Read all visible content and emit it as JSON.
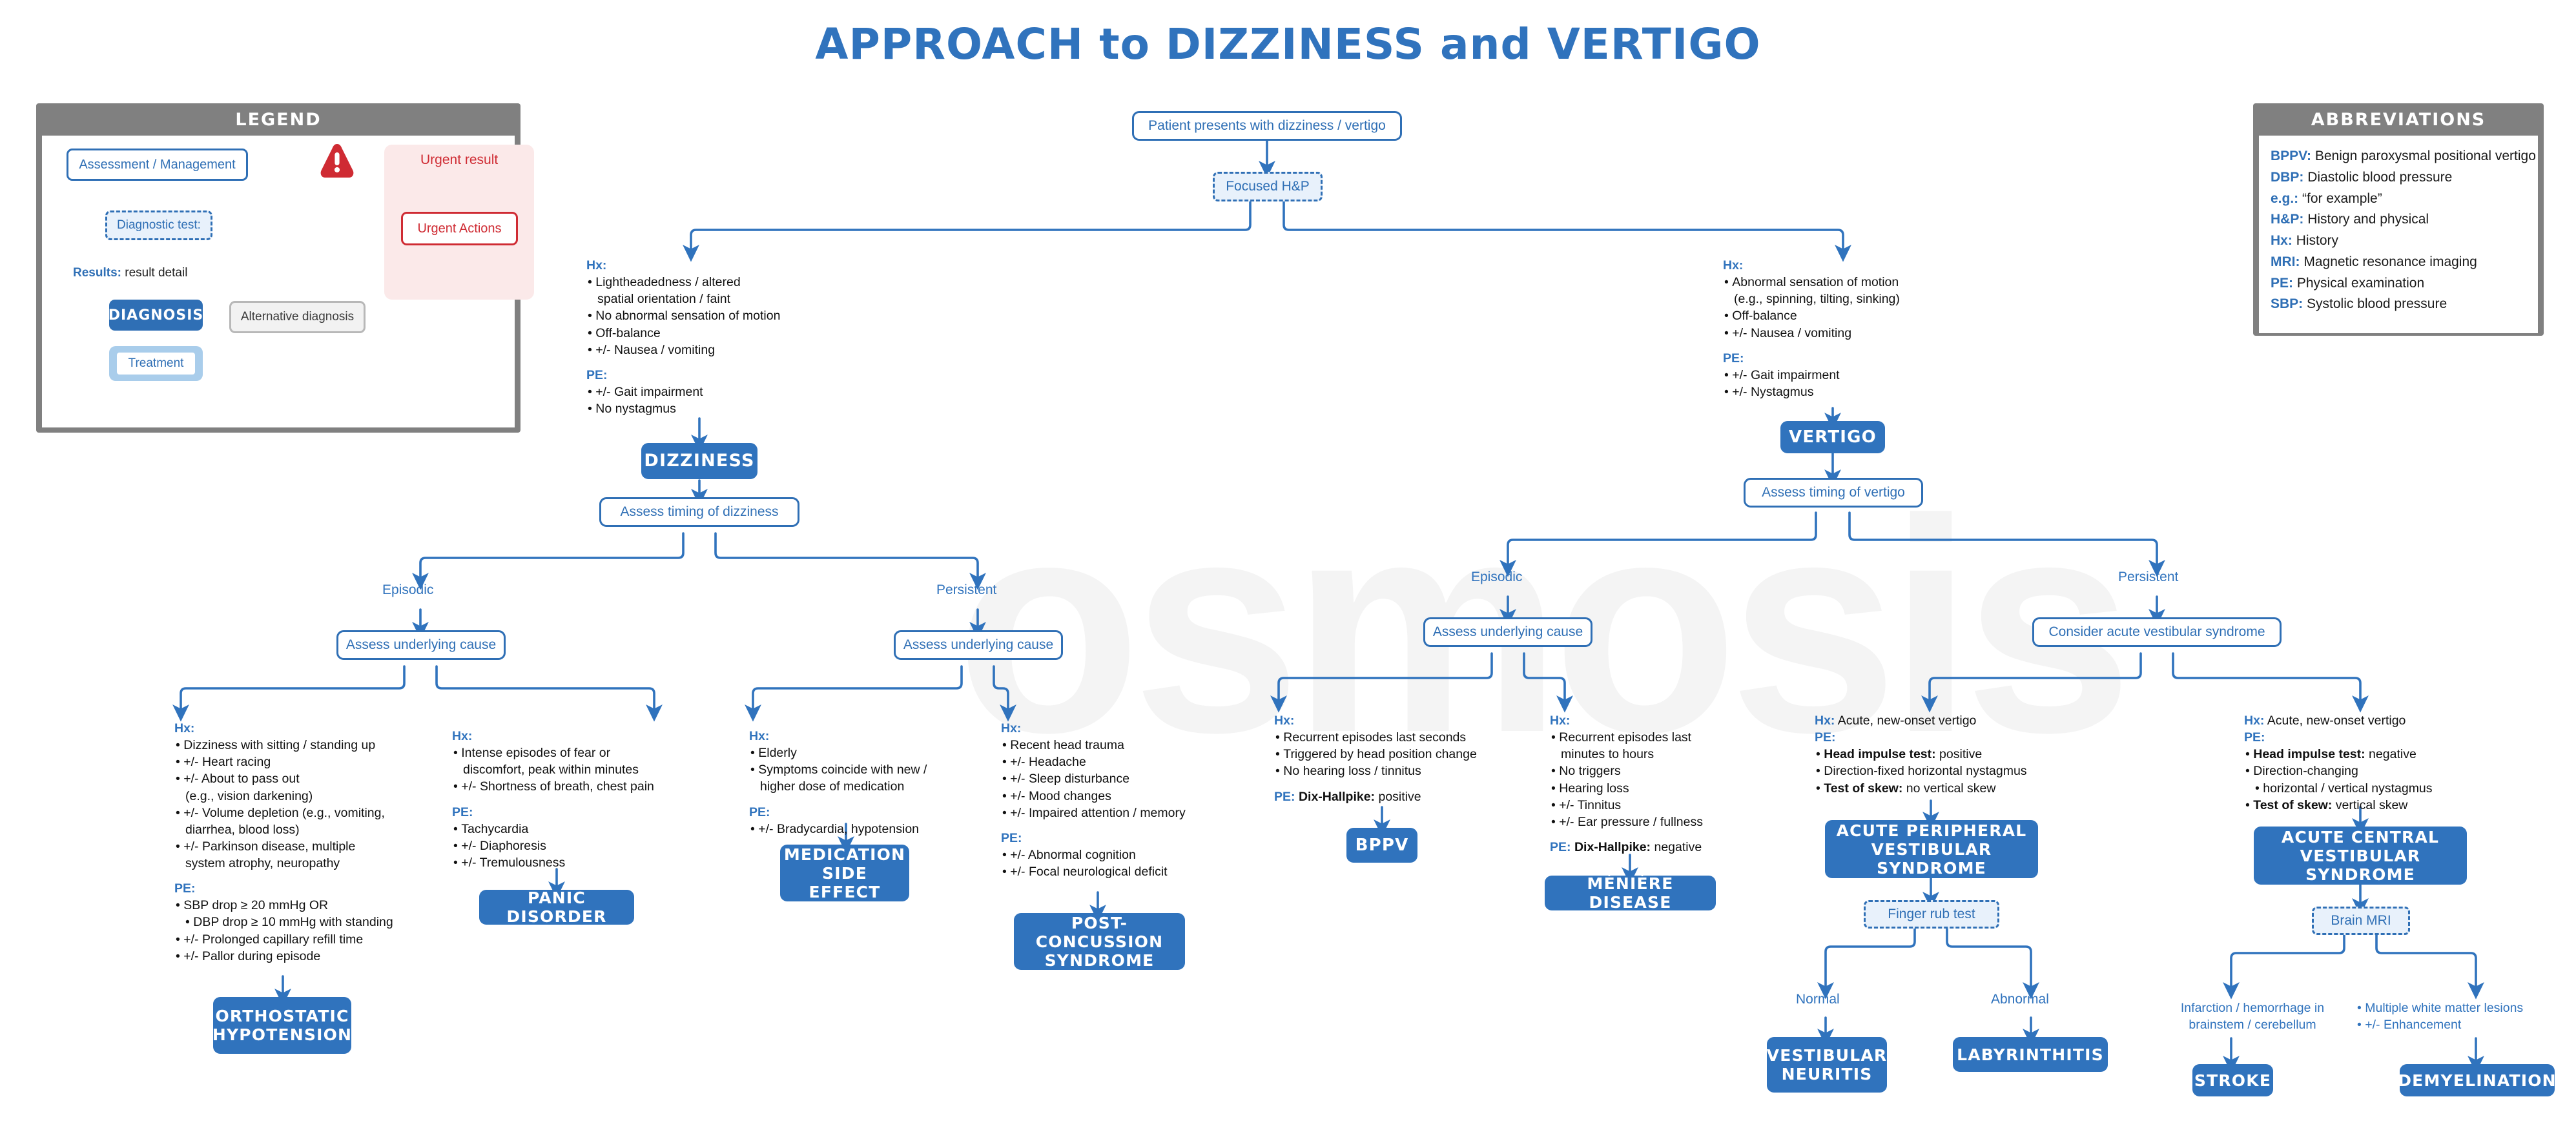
{
  "title": "APPROACH to DIZZINESS and VERTIGO",
  "watermark": "osmosis",
  "legend": {
    "heading": "LEGEND",
    "assessment": "Assessment / Management",
    "diagnostic_test": "Diagnostic test:",
    "results_label": "Results:",
    "results_detail": "result detail",
    "diagnosis": "DIAGNOSIS",
    "alternative_diagnosis": "Alternative diagnosis",
    "treatment": "Treatment",
    "urgent_result": "Urgent result",
    "urgent_actions": "Urgent Actions"
  },
  "abbreviations": {
    "heading": "ABBREVIATIONS",
    "items": [
      {
        "abbr": "BPPV:",
        "meaning": "Benign paroxysmal positional vertigo"
      },
      {
        "abbr": "DBP:",
        "meaning": "Diastolic blood pressure"
      },
      {
        "abbr": "e.g.:",
        "meaning": "“for example”"
      },
      {
        "abbr": "H&P:",
        "meaning": "History and physical"
      },
      {
        "abbr": "Hx:",
        "meaning": "History"
      },
      {
        "abbr": "MRI:",
        "meaning": "Magnetic resonance imaging"
      },
      {
        "abbr": "PE:",
        "meaning": "Physical examination"
      },
      {
        "abbr": "SBP:",
        "meaning": "Systolic blood pressure"
      }
    ]
  },
  "colors": {
    "accent_blue": "#3073bd",
    "node_blue": "#2f6fb5",
    "dashed_fill": "#e8f1fb",
    "urgent_red": "#cf2b33",
    "panel_gray": "#808080"
  },
  "flow": {
    "presentation": "Patient presents with dizziness / vertigo",
    "focused_hp": "Focused H&P",
    "dizziness_dx": "DIZZINESS",
    "vertigo_dx": "VERTIGO",
    "assess_timing_dizziness": "Assess timing of dizziness",
    "assess_timing_vertigo": "Assess timing of vertigo",
    "episodic": "Episodic",
    "persistent": "Persistent",
    "assess_underlying_cause": "Assess underlying cause",
    "consider_avs": "Consider acute vestibular syndrome",
    "finger_rub_test": "Finger rub test",
    "brain_mri": "Brain MRI",
    "normal": "Normal",
    "abnormal": "Abnormal"
  },
  "dizziness_branch": {
    "hx_label": "Hx:",
    "hx": [
      "Lightheadedness / altered",
      "spatial orientation / faint",
      "No abnormal sensation of motion",
      "Off-balance",
      "+/- Nausea / vomiting"
    ],
    "pe_label": "PE:",
    "pe": [
      "+/- Gait impairment",
      "No nystagmus"
    ]
  },
  "vertigo_branch": {
    "hx_label": "Hx:",
    "hx": [
      "Abnormal sensation of motion",
      "(e.g., spinning, tilting, sinking)",
      "Off-balance",
      "+/- Nausea / vomiting"
    ],
    "pe_label": "PE:",
    "pe": [
      "+/- Gait impairment",
      "+/- Nystagmus"
    ]
  },
  "outcomes": {
    "orthostatic": {
      "hx_label": "Hx:",
      "hx": [
        "Dizziness with sitting / standing up",
        "+/- Heart racing",
        "+/- About to pass out",
        "(e.g., vision darkening)",
        "+/- Volume depletion (e.g., vomiting,",
        "diarrhea, blood loss)",
        "+/- Parkinson disease, multiple",
        "system atrophy, neuropathy"
      ],
      "pe_label": "PE:",
      "pe": [
        "SBP drop ≥ 20 mmHg OR",
        "DBP drop ≥ 10 mmHg with standing",
        "+/- Prolonged capillary refill time",
        "+/- Pallor during episode"
      ],
      "diagnosis": "ORTHOSTATIC HYPOTENSION"
    },
    "panic": {
      "hx_label": "Hx:",
      "hx": [
        "Intense episodes of fear or",
        "discomfort, peak within minutes",
        "+/- Shortness of breath, chest pain"
      ],
      "pe_label": "PE:",
      "pe": [
        "Tachycardia",
        "+/- Diaphoresis",
        "+/- Tremulousness"
      ],
      "diagnosis": "PANIC DISORDER"
    },
    "medication": {
      "hx_label": "Hx:",
      "hx": [
        "Elderly",
        "Symptoms coincide with new /",
        "higher dose of medication"
      ],
      "pe_label": "PE:",
      "pe": [
        "+/- Bradycardia, hypotension"
      ],
      "diagnosis": "MEDICATION SIDE EFFECT"
    },
    "post_concussion": {
      "hx_label": "Hx:",
      "hx": [
        "Recent head trauma",
        "+/- Headache",
        "+/- Sleep disturbance",
        "+/- Mood changes",
        "+/- Impaired attention / memory"
      ],
      "pe_label": "PE:",
      "pe": [
        "+/- Abnormal cognition",
        "+/- Focal neurological deficit"
      ],
      "diagnosis": "POST-CONCUSSION SYNDROME"
    },
    "bppv": {
      "hx_label": "Hx:",
      "hx": [
        "Recurrent episodes last seconds",
        "Triggered by head position change",
        "No hearing loss / tinnitus"
      ],
      "pe_label": "PE:",
      "pe_test": "Dix-Hallpike:",
      "pe_result": "positive",
      "diagnosis": "BPPV"
    },
    "meniere": {
      "hx_label": "Hx:",
      "hx": [
        "Recurrent episodes last",
        "minutes to hours",
        "No triggers",
        "Hearing loss",
        "+/- Tinnitus",
        "+/- Ear pressure / fullness"
      ],
      "pe_label": "PE:",
      "pe_test": "Dix-Hallpike:",
      "pe_result": "negative",
      "diagnosis": "MÉNIÈRE DISEASE"
    },
    "peripheral_avs": {
      "hx_label": "Hx:",
      "hx_text": "Acute, new-onset vertigo",
      "pe_label": "PE:",
      "pe": [
        {
          "bold": "Head impulse test:",
          "rest": " positive"
        },
        {
          "bold": "",
          "rest": "Direction-fixed horizontal nystagmus"
        },
        {
          "bold": "Test of skew:",
          "rest": " no vertical skew"
        }
      ],
      "diagnosis": "ACUTE PERIPHERAL VESTIBULAR SYNDROME",
      "normal_outcome": "VESTIBULAR NEURITIS",
      "abnormal_outcome": "LABYRINTHITIS"
    },
    "central_avs": {
      "hx_label": "Hx:",
      "hx_text": "Acute, new-onset vertigo",
      "pe_label": "PE:",
      "pe": [
        {
          "bold": "Head impulse test:",
          "rest": " negative"
        },
        {
          "bold": "",
          "rest": "Direction-changing"
        },
        {
          "bold": "",
          "rest": "horizontal / vertical nystagmus"
        },
        {
          "bold": "Test of skew:",
          "rest": " vertical skew"
        }
      ],
      "diagnosis": "ACUTE CENTRAL VESTIBULAR SYNDROME",
      "stroke_finding": [
        "Infarction / hemorrhage in",
        "brainstem / cerebellum"
      ],
      "stroke_diagnosis": "STROKE",
      "demyelination_finding": [
        "Multiple white matter lesions",
        "+/- Enhancement"
      ],
      "demyelination_diagnosis": "DEMYELINATION"
    }
  }
}
